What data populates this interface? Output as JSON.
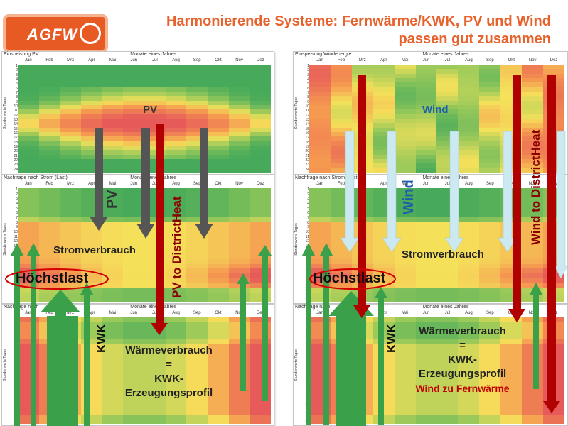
{
  "header": {
    "title_line1": "Harmonierende Systeme: Fernwärme/KWK, PV und Wind",
    "title_line2": "passen gut zusammen",
    "logo": "AGFW"
  },
  "axis": {
    "months_title": "Monate eines Jahres",
    "months": [
      "Jan",
      "Feb",
      "Mrz",
      "Apr",
      "Mai",
      "Jun",
      "Jul",
      "Aug",
      "Sep",
      "Okt",
      "Nov",
      "Dez"
    ],
    "hours": [
      "1",
      "2",
      "3",
      "4",
      "5",
      "6",
      "7",
      "8",
      "9",
      "10",
      "11",
      "12",
      "13",
      "14",
      "15",
      "16",
      "17",
      "18",
      "19",
      "20",
      "21",
      "22",
      "23",
      "24"
    ],
    "hour_axis_label": "Stundenwerte Tages"
  },
  "panels": {
    "pv": {
      "title": "Einspeisung PV"
    },
    "wind": {
      "title": "Einspeisung Windenergie"
    },
    "demand_left": {
      "title": "Nachfrage nach Strom (Last)"
    },
    "demand_right": {
      "title": "Nachfrage nach Strom (Last)"
    },
    "heat_left": {
      "title": "Nachfrage nach"
    },
    "heat_right": {
      "title": "Nachfrage nach"
    }
  },
  "labels": {
    "pv": "PV",
    "pv_vertical": "PV",
    "pv_to_dh": "PV to DistrictHeat",
    "wind": "Wind",
    "wind_vertical": "Wind",
    "wind_to_dh": "Wind to DistrictHeat",
    "strom_left": "Stromverbrauch",
    "strom_right": "Stromverbrauch",
    "peak_left": "Höchstlast",
    "peak_right": "Höchstlast",
    "kwk_left": "KWK",
    "kwk_right": "KWK",
    "heat_left_1": "Wärmeverbrauch",
    "heat_left_2": "=",
    "heat_left_3": "KWK-",
    "heat_left_4": "Erzeugungsprofil",
    "heat_right_1": "Wärmeverbrauch",
    "heat_right_2": "=",
    "heat_right_3": "KWK-",
    "heat_right_4": "Erzeugungsprofil",
    "heat_right_5": "Wind zu Fernwärme"
  },
  "colors": {
    "accent": "#e8622d",
    "green_arrow": "#3aa04a",
    "grey_arrow": "#555555",
    "red_arrow": "#b00000",
    "light_blue_arrow": "#cce8f0",
    "wind_text": "#1f5ea8",
    "peak_ellipse": "#d40000",
    "wind_to_fw": "#c00000"
  },
  "heatmaps": {
    "pv": "pv-pattern",
    "wind": "wind-pattern",
    "demand": "demand-pattern",
    "heat": "heat-pattern"
  }
}
